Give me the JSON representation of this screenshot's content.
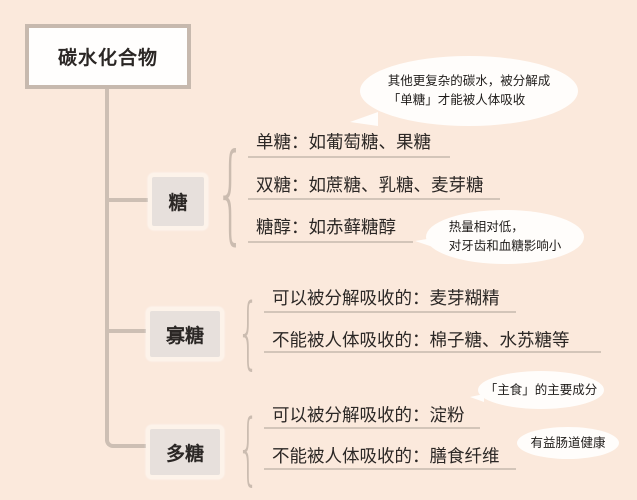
{
  "root": {
    "label": "碳水化合物"
  },
  "branches": [
    {
      "label": "糖",
      "items": [
        {
          "text": "单糖：如葡萄糖、果糖"
        },
        {
          "text": "双糖：如蔗糖、乳糖、麦芽糖"
        },
        {
          "text": "糖醇：如赤藓糖醇"
        }
      ]
    },
    {
      "label": "寡糖",
      "items": [
        {
          "text": "可以被分解吸收的：麦芽糊精"
        },
        {
          "text": "不能被人体吸收的：棉子糖、水苏糖等"
        }
      ]
    },
    {
      "label": "多糖",
      "items": [
        {
          "text": "可以被分解吸收的：淀粉"
        },
        {
          "text": "不能被人体吸收的：膳食纤维"
        }
      ]
    }
  ],
  "notes": {
    "complex_carbs": {
      "line1": "其他更复杂的碳水，被分解成",
      "line2": "「单糖」才能被人体吸收"
    },
    "sugar_alcohol": {
      "line1": "热量相对低，",
      "line2": "对牙齿和血糖影响小"
    },
    "starch": {
      "line1": "「主食」的主要成分"
    },
    "fiber": {
      "line1": "有益肠道健康"
    }
  },
  "brace_glyph": "{",
  "colors": {
    "background": "#fbe9dc",
    "connector": "#cdbfb4",
    "node_fill": "#e7e0dc",
    "root_border": "#c7b9ae",
    "bubble": "#fffdfb"
  }
}
